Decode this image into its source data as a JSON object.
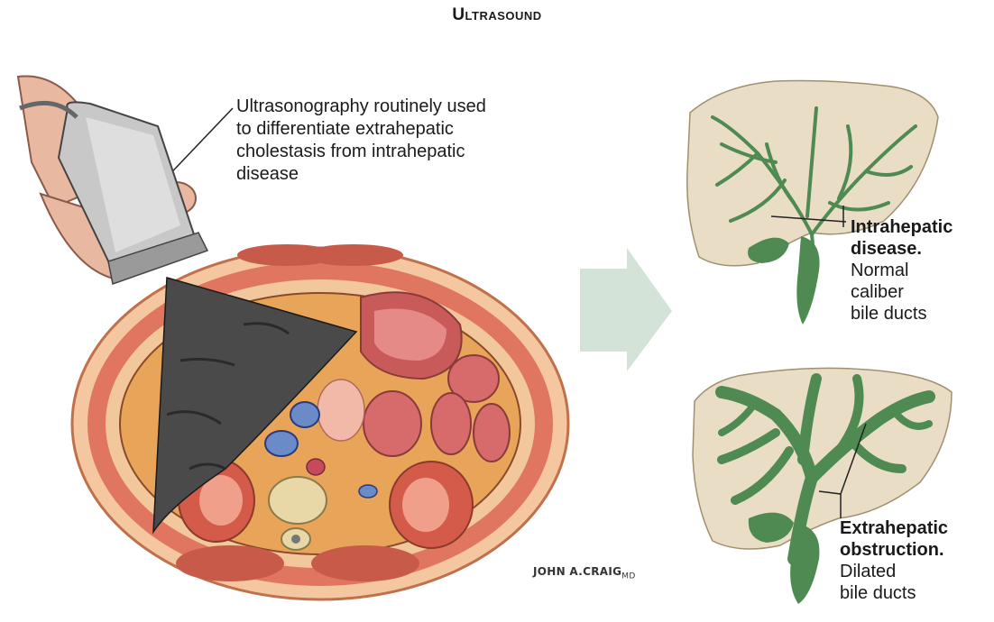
{
  "title": "Ultrasound",
  "caption": {
    "line1": "Ultrasonography routinely used",
    "line2": "to differentiate extrahepatic",
    "line3": "cholestasis from intrahepatic",
    "line4": "disease"
  },
  "intrahepatic": {
    "heading1": "Intrahepatic",
    "heading2": "disease.",
    "desc1": "Normal",
    "desc2": "caliber",
    "desc3": "bile ducts"
  },
  "extrahepatic": {
    "heading1": "Extrahepatic",
    "heading2": "obstruction.",
    "desc1": "Dilated",
    "desc2": "bile ducts"
  },
  "signature": {
    "name": "JOHN A.CRAIG",
    "suffix": "MD"
  },
  "colors": {
    "arrow": "#d3e3d8",
    "liver": "#eaddc6",
    "ducts": "#4e8a52",
    "ultrasound_fan": "#4a4a4a",
    "body_fat": "#e8a55a",
    "muscle": "#c85a4a"
  }
}
